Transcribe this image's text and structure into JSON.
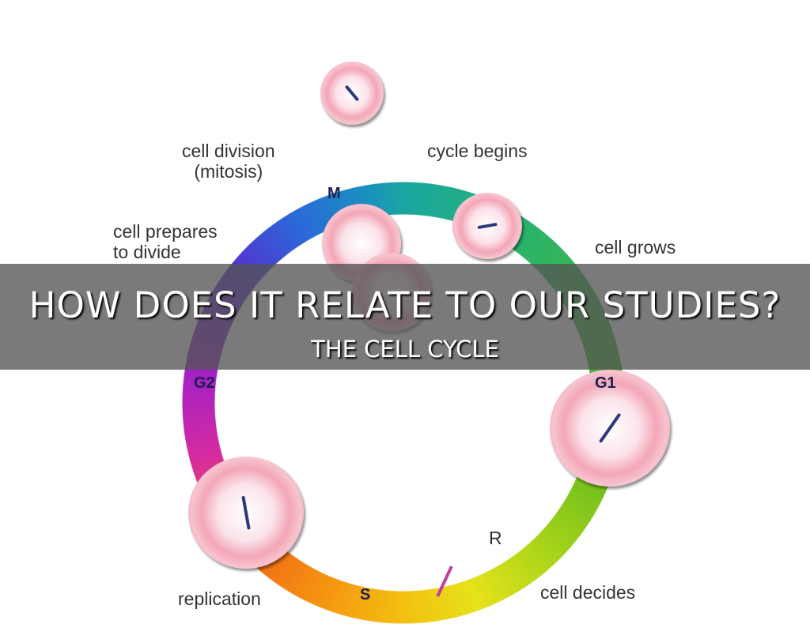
{
  "slide": {
    "title": "HOW DOES IT RELATE TO OUR STUDIES?",
    "subtitle": "THE CELL CYCLE"
  },
  "diagram": {
    "labels": {
      "mitosis": "cell division\n(mitosis)",
      "begins": "cycle begins",
      "prepares": "cell prepares\nto divide",
      "grows": "cell grows",
      "decides": "cell decides",
      "replication": "replication"
    },
    "phases": {
      "m": "M",
      "g1": "G1",
      "g2": "G2",
      "s": "S",
      "r": "R"
    }
  }
}
